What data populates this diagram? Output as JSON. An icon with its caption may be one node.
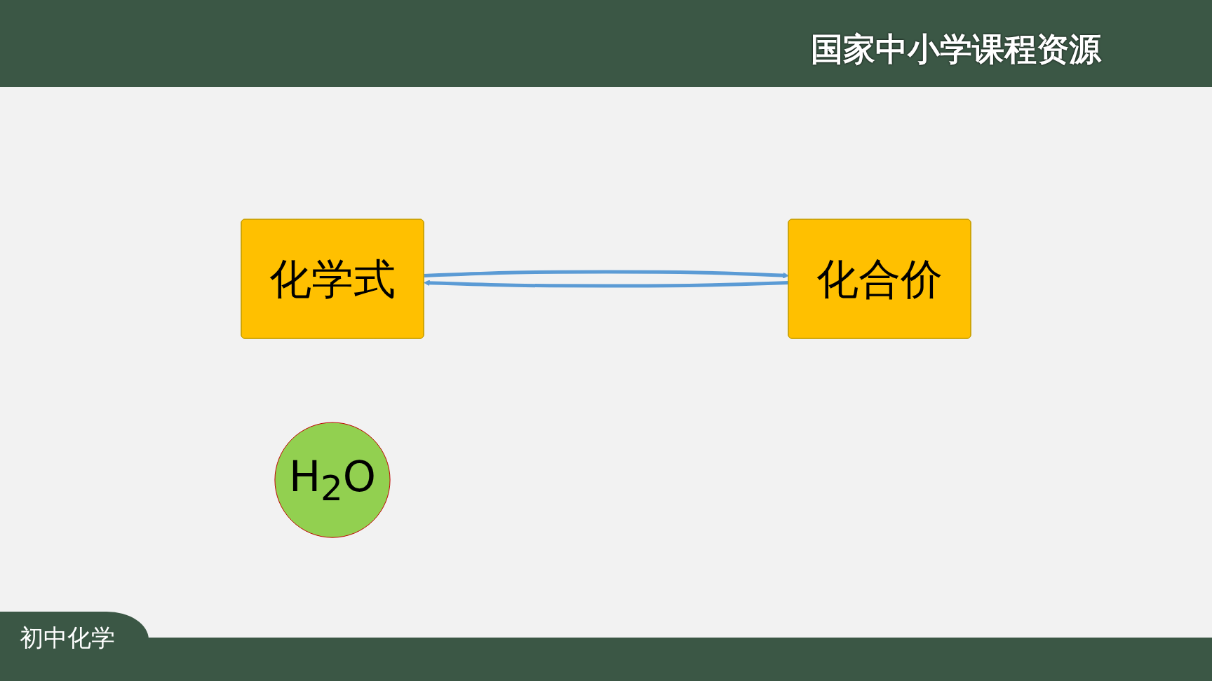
{
  "diagram": {
    "nodes": [
      {
        "text": [
          "化学式"
        ]
      },
      {
        "text": [
          "化合价"
        ]
      },
      {
        "text": [
          "H$_{2}$O"
        ]
      }
    ],
    "edges": [
      {
        "from": 0,
        "to": 1,
        "arrow": "to"
      },
      {
        "from": 1,
        "to": 0,
        "arrow": "to"
      }
    ],
    "labels": [
      "国家中小学课程资源",
      "初中化学"
    ]
  }
}
